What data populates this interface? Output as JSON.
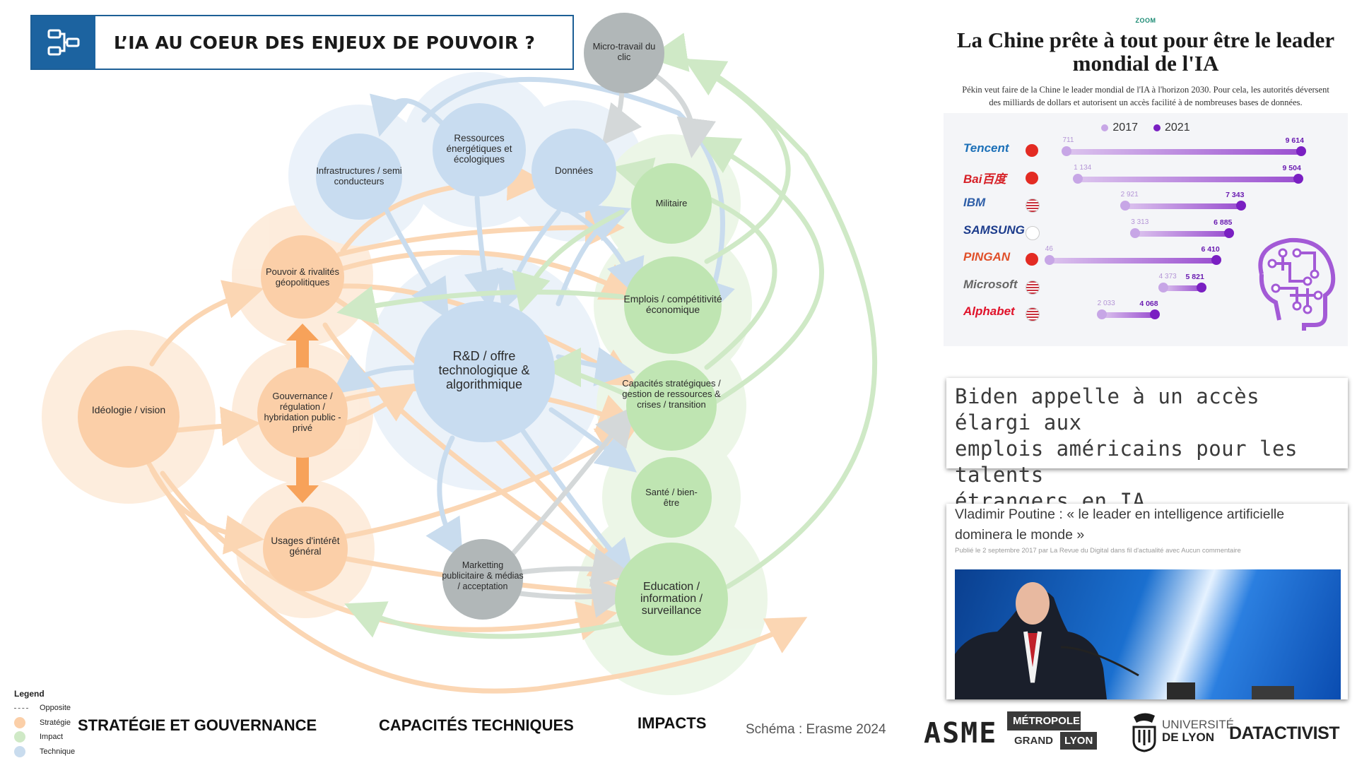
{
  "header": {
    "title": "L’IA AU COEUR DES ENJEUX DE POUVOIR ?"
  },
  "nodes": {
    "micro_travail": "Micro-travail du clic",
    "ressources": "Ressources énergétiques et écologiques",
    "infrastructures": "Infrastructures / semi conducteurs",
    "donnees": "Données",
    "militaire": "Militaire",
    "pouvoir": "Pouvoir & rivalités géopolitiques",
    "emplois": "Emplois / compétitivité économique",
    "rd": "R&D / offre technologique & algorithmique",
    "ideologie": "Idéologie / vision",
    "gouvernance": "Gouvernance / régulation / hybridation public - privé",
    "capacites": "Capacités stratégiques / gestion de ressources & crises / transition",
    "sante": "Santé / bien-être",
    "usages": "Usages d'intérêt général",
    "marketing": "Marketting publicitaire & médias / acceptation",
    "education": "Education / information / surveillance"
  },
  "colors": {
    "strategy": "#f7a25a",
    "technique": "#9ec3e6",
    "impact": "#9fd68f",
    "opposite": "#a9b0b2",
    "accent": "#1c63a0"
  },
  "legend": {
    "title": "Legend",
    "items": [
      "Opposite",
      "Stratégie",
      "Impact",
      "Technique"
    ]
  },
  "columns": [
    "STRATÉGIE ET GOUVERNANCE",
    "CAPACITÉS TECHNIQUES",
    "IMPACTS"
  ],
  "credit": "Schéma : Erasme 2024",
  "logos": {
    "asme": "ASME",
    "metropole_1": "MÉTROPOLE",
    "metropole_2": "GRAND",
    "metropole_3": "LYON",
    "univ_1": "UNIVERSITÉ",
    "univ_2": "DE LYON",
    "datactivist": "DATACTIVIST"
  },
  "china_article": {
    "kicker": "ZOOM",
    "title": "La Chine prête à tout pour être le leader mondial de l'IA",
    "subtitle": "Pékin veut faire de la Chine le leader mondial de l'IA à l'horizon 2030. Pour cela, les autorités déversent des milliards de dollars et autorisent un accès facilité à de nombreuses bases de données.",
    "legend_2017": "2017",
    "legend_2021": "2021"
  },
  "chart_data": {
    "type": "dumbbell",
    "categories": [
      "Tencent",
      "Baidu",
      "IBM",
      "SAMSUNG",
      "PINGAN",
      "Microsoft",
      "Alphabet"
    ],
    "series": [
      {
        "name": "2017",
        "values": [
          711,
          1134,
          2921,
          3313,
          46,
          4373,
          2033
        ]
      },
      {
        "name": "2021",
        "values": [
          9614,
          9504,
          7343,
          6885,
          6410,
          5821,
          4068
        ]
      }
    ],
    "labels_2017": [
      "711",
      "1 134",
      "2 921",
      "3 313",
      "46",
      "4 373",
      "2 033"
    ],
    "labels_2021": [
      "9 614",
      "9 504",
      "7 343",
      "6 885",
      "6 410",
      "5 821",
      "4 068"
    ],
    "brand_labels": [
      "Tencent",
      "Bai百度",
      "IBM",
      "SAMSUNG",
      "PINGAN",
      "Microsoft",
      "Alphabet"
    ],
    "flags": [
      "cn",
      "cn",
      "us",
      "kr",
      "cn",
      "us",
      "us"
    ],
    "brand_colors": [
      "#1c70b8",
      "#d61f26",
      "#2f5fa8",
      "#1c3c8c",
      "#e0502a",
      "#666666",
      "#e0122a"
    ],
    "xlim": [
      0,
      10000
    ]
  },
  "biden_article": {
    "lines": [
      "Biden appelle à un accès élargi aux",
      "emplois américains pour les talents",
      "étrangers en IA"
    ]
  },
  "poutine_article": {
    "title_1": "Vladimir Poutine : « le leader en intelligence artificielle",
    "title_2": "dominera le monde »",
    "meta": "Publié le 2 septembre 2017 par La Revue du Digital dans fil d'actualité avec Aucun commentaire"
  }
}
